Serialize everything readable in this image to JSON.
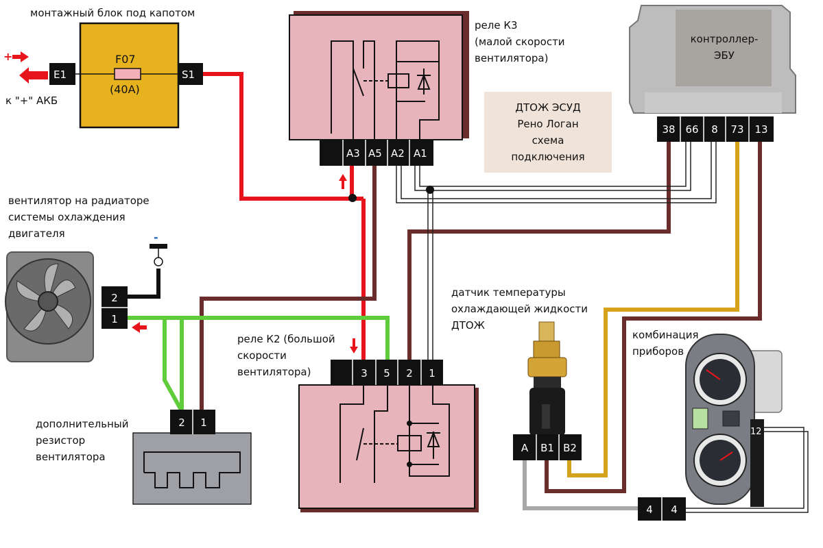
{
  "mount_block": {
    "label": "монтажный блок под капотом",
    "fuse_name": "F07",
    "fuse_rating": "(40A)",
    "pin_e1": "E1",
    "pin_s1": "S1",
    "battery_label": "к \"+\" АКБ",
    "plus_sign": "+"
  },
  "relay_k3": {
    "label_lines": [
      "реле К3",
      "(малой скорости",
      "вентилятора)"
    ],
    "pins": [
      "A3",
      "A5",
      "A2",
      "A1"
    ]
  },
  "relay_k2": {
    "label_lines": [
      "реле К2 (большой",
      "скорости",
      "вентилятора)"
    ],
    "pins": [
      "3",
      "5",
      "2",
      "1"
    ]
  },
  "ecu": {
    "label_lines": [
      "контроллер-",
      "ЭБУ"
    ],
    "pins": [
      "38",
      "66",
      "8",
      "73",
      "13"
    ]
  },
  "title_box": {
    "lines": [
      "ДТОЖ ЭСУД",
      "Рено Логан",
      "схема",
      "подключения"
    ]
  },
  "fan": {
    "label_lines": [
      "вентилятор на радиаторе",
      "системы охлаждения",
      "двигателя"
    ],
    "pins": [
      "2",
      "1"
    ],
    "minus_sign": "-"
  },
  "resistor": {
    "label_lines": [
      "дополнительный",
      "резистор",
      "вентилятора"
    ],
    "pins": [
      "2",
      "1"
    ]
  },
  "sensor": {
    "label_lines": [
      "датчик температуры",
      "охлаждающей жидкости",
      "ДТОЖ"
    ],
    "pins": [
      "A",
      "B1",
      "B2"
    ]
  },
  "cluster": {
    "label_lines": [
      "комбинация",
      "приборов"
    ],
    "pin_number": "12",
    "connector_pins": [
      "4",
      "4"
    ]
  },
  "colors": {
    "red": "#e8141c",
    "brown": "#6b2c2c",
    "green": "#5fcc3c",
    "gold": "#d6a21c",
    "gray": "#a8a8a8",
    "relay_pink": "#e8b4bc",
    "fuse_block": "#e6b21e"
  }
}
